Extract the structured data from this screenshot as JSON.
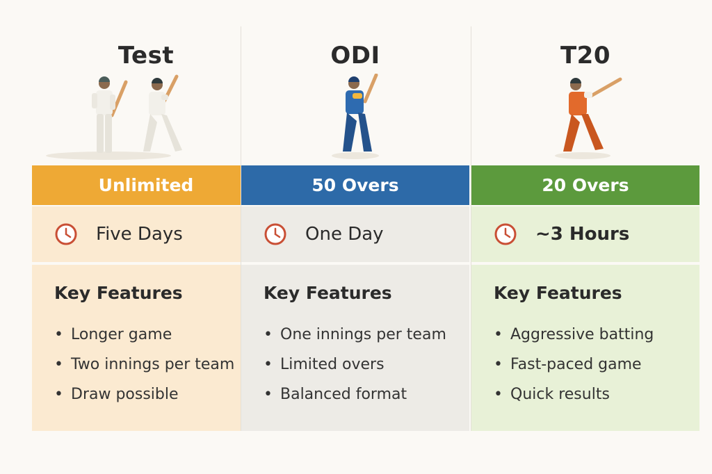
{
  "formats": [
    {
      "id": "test",
      "title": "Test",
      "overs": "Unlimited",
      "duration": "Five Days",
      "features_heading": "Key Features",
      "features": [
        "Longer game",
        "Two innings per team",
        "Draw possible"
      ],
      "band_color": "#eea935",
      "icon": "clock-icon",
      "illustration": "two-batsmen-white-kit"
    },
    {
      "id": "odi",
      "title": "ODI",
      "overs": "50 Overs",
      "duration": "One Day",
      "features_heading": "Key Features",
      "features": [
        "One innings per team",
        "Limited overs",
        "Balanced format"
      ],
      "band_color": "#2d6aa8",
      "icon": "clock-icon",
      "illustration": "batsman-blue-kit"
    },
    {
      "id": "t20",
      "title": "T20",
      "overs": "20 Overs",
      "duration": "~3 Hours",
      "features_heading": "Key Features",
      "features": [
        "Aggressive batting",
        "Fast-paced game",
        "Quick results"
      ],
      "band_color": "#5c9a3d",
      "icon": "clock-icon",
      "illustration": "batsman-orange-kit"
    }
  ],
  "colors": {
    "clock": "#c94f35",
    "background": "#fbf9f5"
  }
}
